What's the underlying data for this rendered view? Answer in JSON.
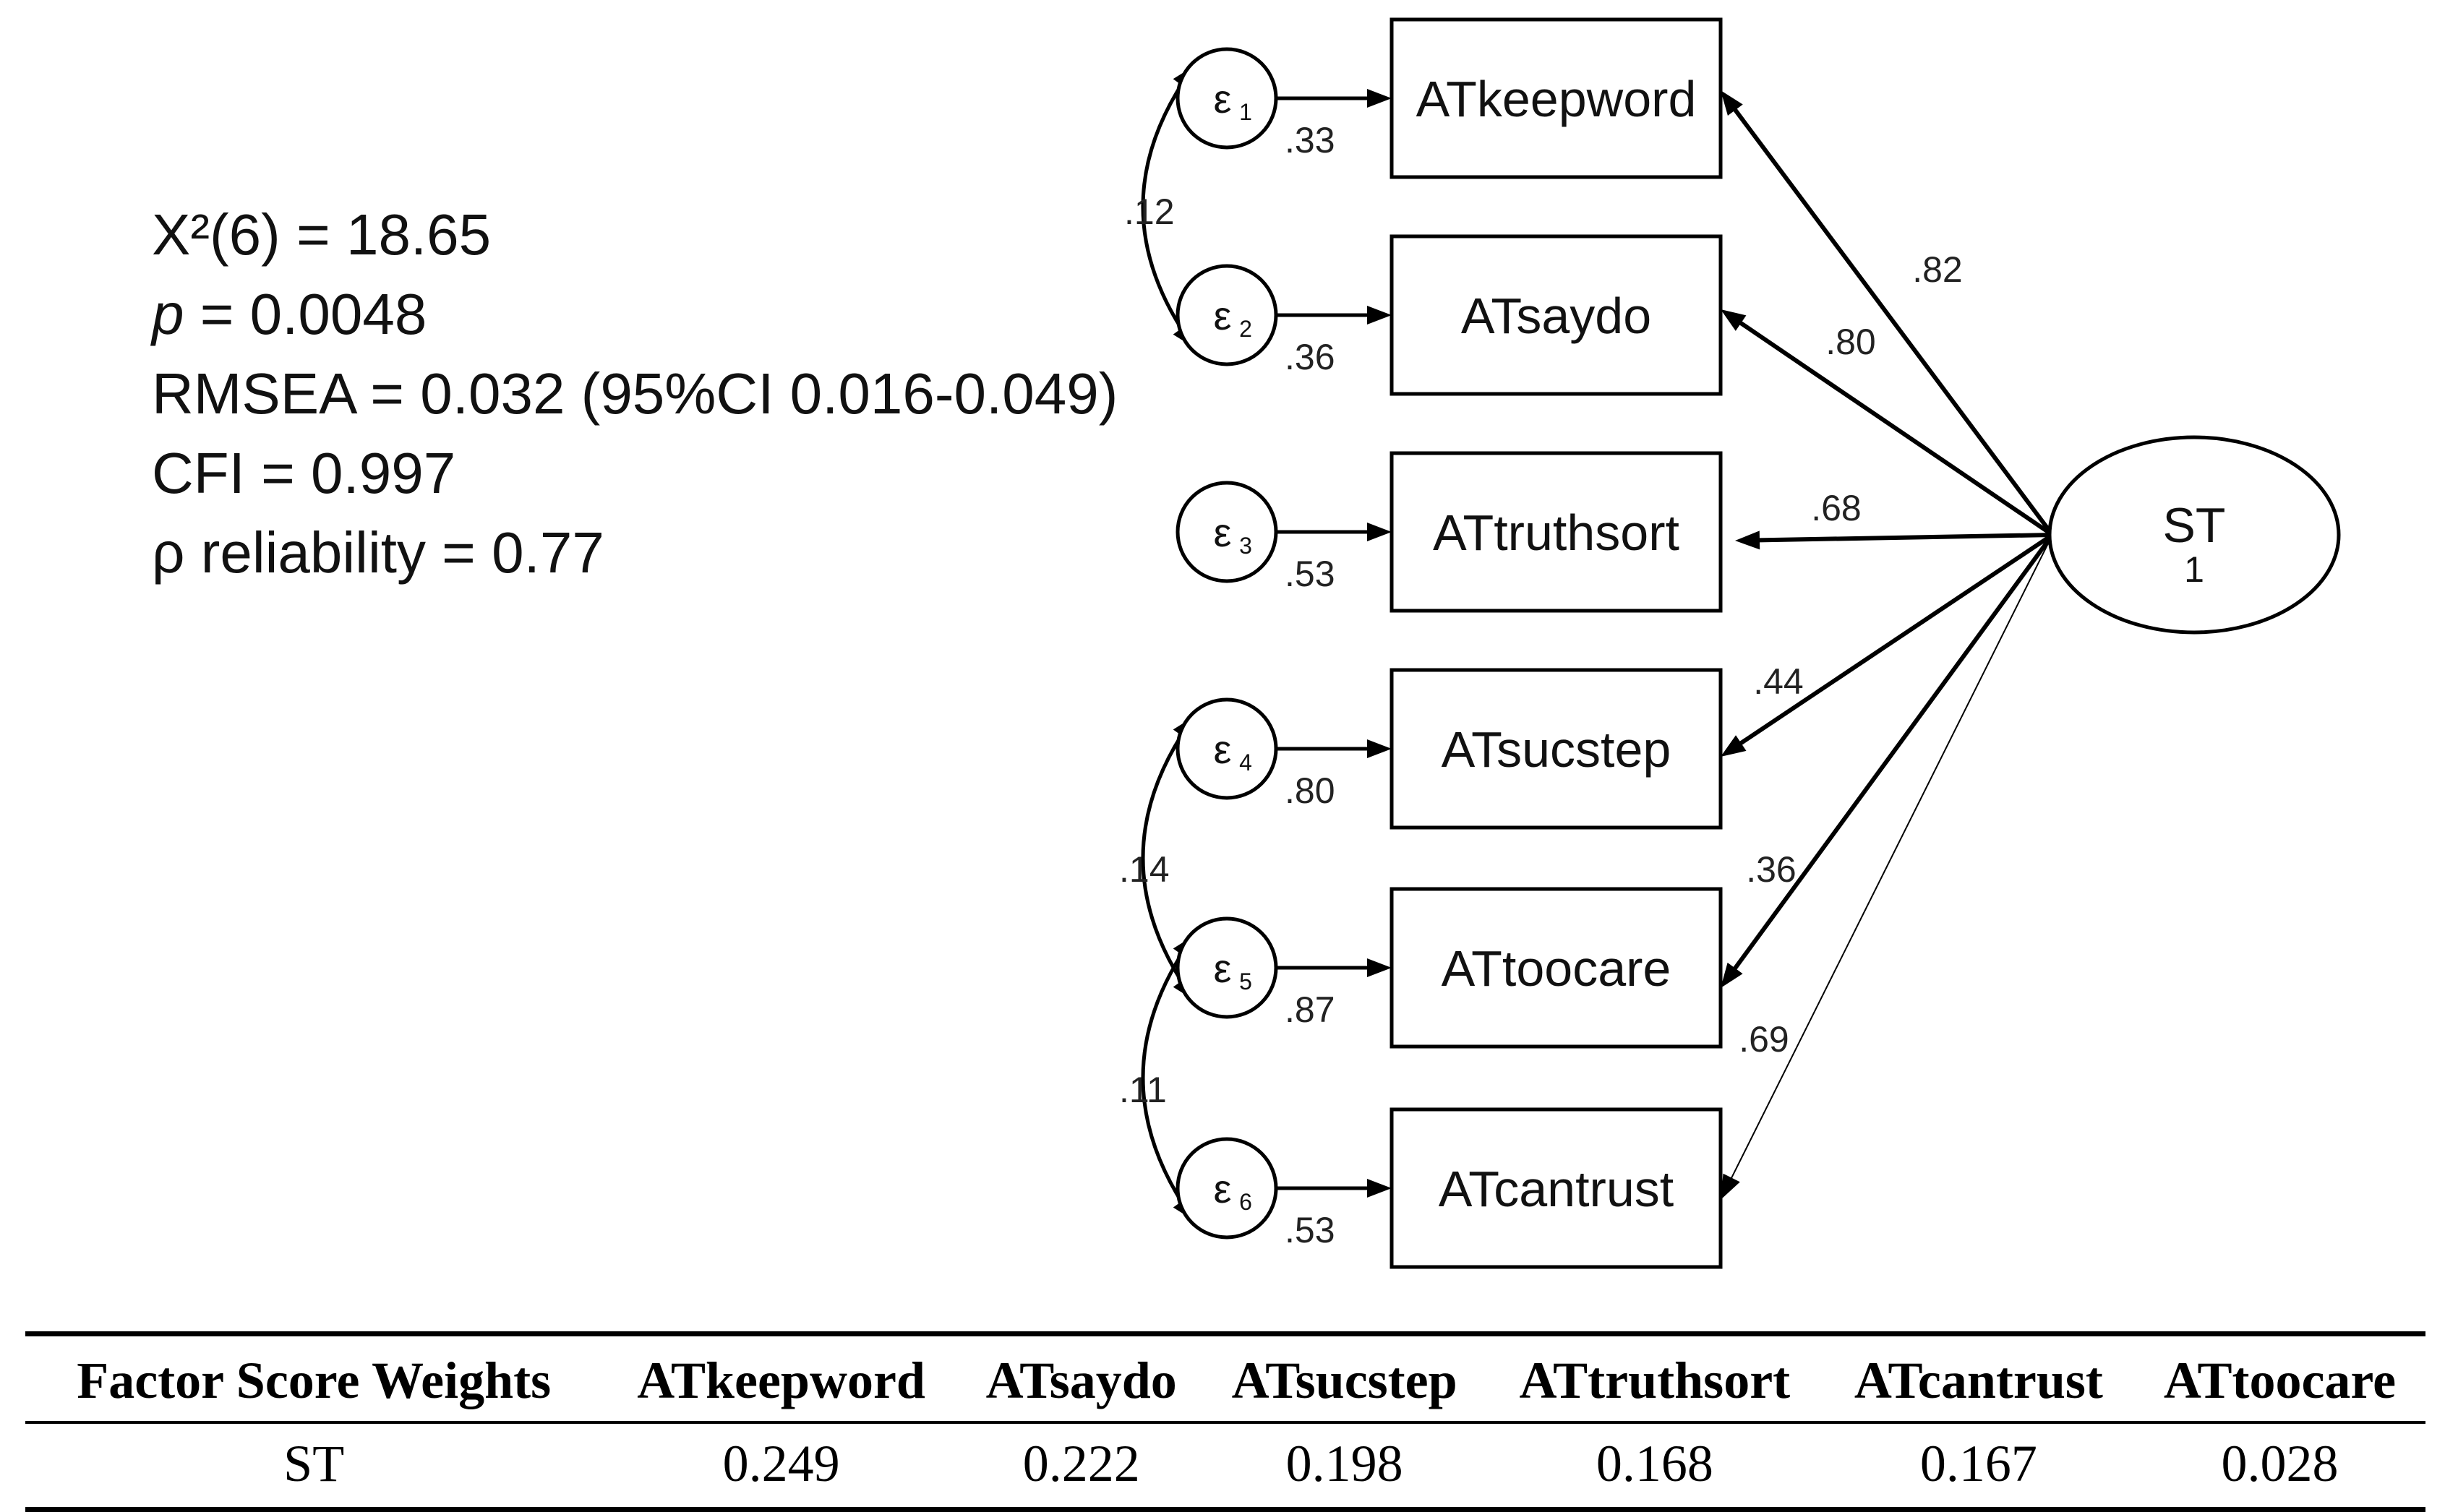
{
  "stats": {
    "chi_label": "X²(6) = 18.65",
    "p_symbol": "p",
    "p_rest": " = 0.0048",
    "rmsea": "RMSEA = 0.032 (95%CI 0.016-0.049)",
    "cfi": "CFI = 0.997",
    "rho": "ρ reliability = 0.77"
  },
  "latent": {
    "name": "ST",
    "variance": "1"
  },
  "indicators": [
    {
      "name": "ATkeepword",
      "error_symbol": "ε",
      "error_sub": "1",
      "error_variance": ".33",
      "loading": ".82"
    },
    {
      "name": "ATsaydo",
      "error_symbol": "ε",
      "error_sub": "2",
      "error_variance": ".36",
      "loading": ".80"
    },
    {
      "name": "ATtruthsort",
      "error_symbol": "ε",
      "error_sub": "3",
      "error_variance": ".53",
      "loading": ".68"
    },
    {
      "name": "ATsucstep",
      "error_symbol": "ε",
      "error_sub": "4",
      "error_variance": ".80",
      "loading": ".44"
    },
    {
      "name": "ATtoocare",
      "error_symbol": "ε",
      "error_sub": "5",
      "error_variance": ".87",
      "loading": ".36"
    },
    {
      "name": "ATcantrust",
      "error_symbol": "ε",
      "error_sub": "6",
      "error_variance": ".53",
      "loading": ".69"
    }
  ],
  "covariances": [
    {
      "from": "1",
      "to": "2",
      "value": ".12"
    },
    {
      "from": "4",
      "to": "5",
      "value": ".14"
    },
    {
      "from": "5",
      "to": "6",
      "value": ".11"
    }
  ],
  "table": {
    "headers": [
      "Factor Score Weights",
      "ATkeepword",
      "ATsaydo",
      "ATsucstep",
      "ATtruthsort",
      "ATcantrust",
      "ATtoocare"
    ],
    "rows": [
      [
        "ST",
        "0.249",
        "0.222",
        "0.198",
        "0.168",
        "0.167",
        "0.028"
      ]
    ]
  }
}
